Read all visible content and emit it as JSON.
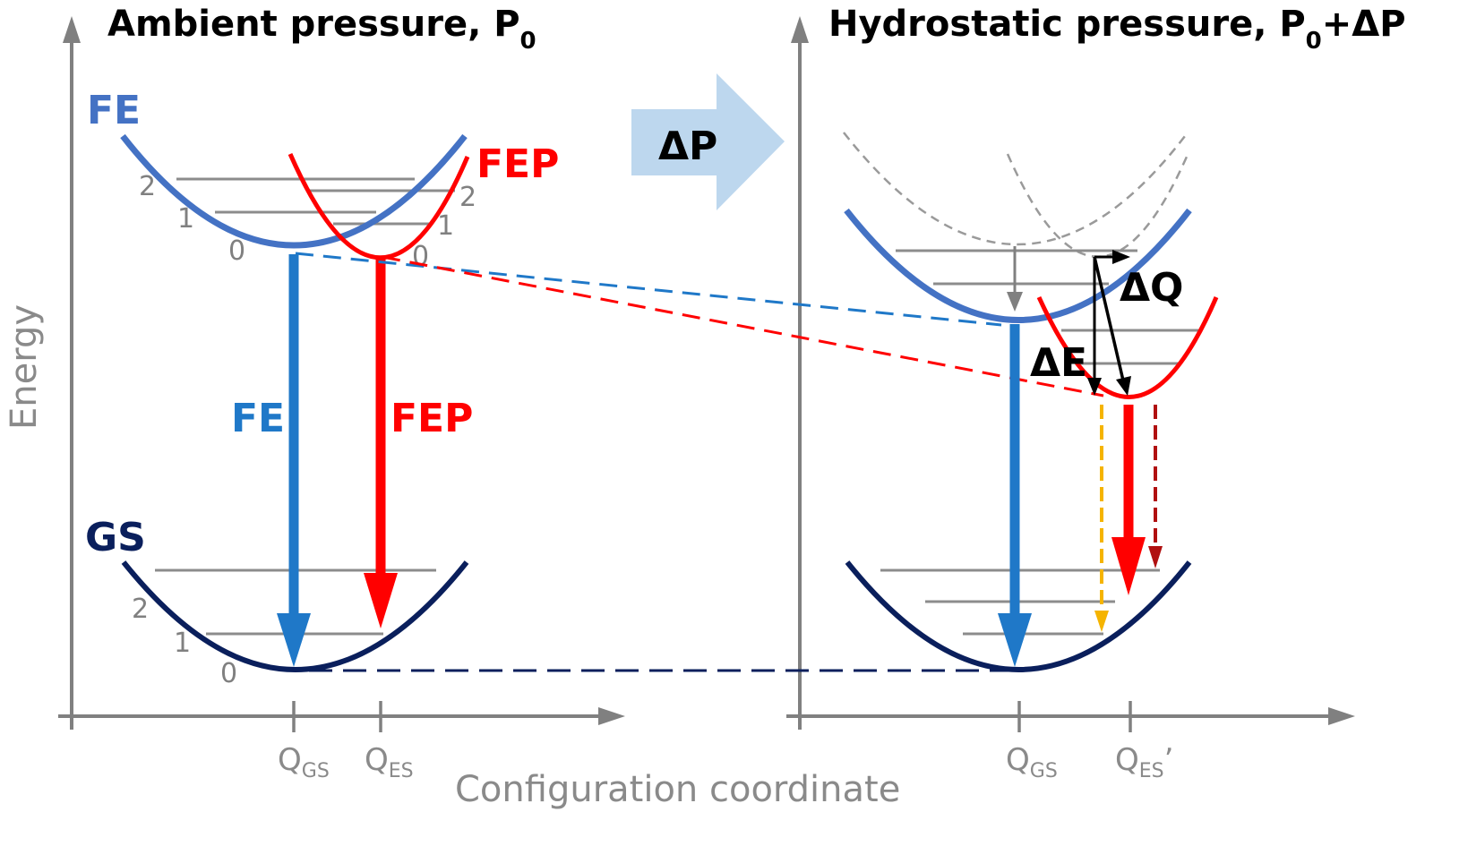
{
  "panel_left": {
    "title_main": "Ambient pressure, P",
    "title_sub": "0"
  },
  "panel_right": {
    "title_main": "Hydrostatic pressure, P",
    "title_sub": "0",
    "title_suffix": "+ΔP"
  },
  "pressure_arrow_label": "ΔP",
  "curves": {
    "fe": "FE",
    "fep": "FEP",
    "gs": "GS"
  },
  "transitions": {
    "fe": "FE",
    "fep": "FEP"
  },
  "level_numbers": {
    "zero": "0",
    "one": "1",
    "two": "2"
  },
  "axes": {
    "y_label": "Energy",
    "x_label": "Configuration coordinate"
  },
  "ticks": {
    "q_main": "Q",
    "gs_sub": "GS",
    "es_sub": "ES",
    "prime": "’"
  },
  "deltas": {
    "dq": "ΔQ",
    "de": "ΔE"
  },
  "colors": {
    "fe": "#4472c4",
    "fe_arrow": "#1f78c8",
    "fep": "#ff0000",
    "gs": "#0a1f5c",
    "axis": "#808080",
    "level": "#8c8c8c",
    "pressure_arrow": "#bdd7ee",
    "orange": "#f5b400",
    "dark_red": "#b01010"
  }
}
